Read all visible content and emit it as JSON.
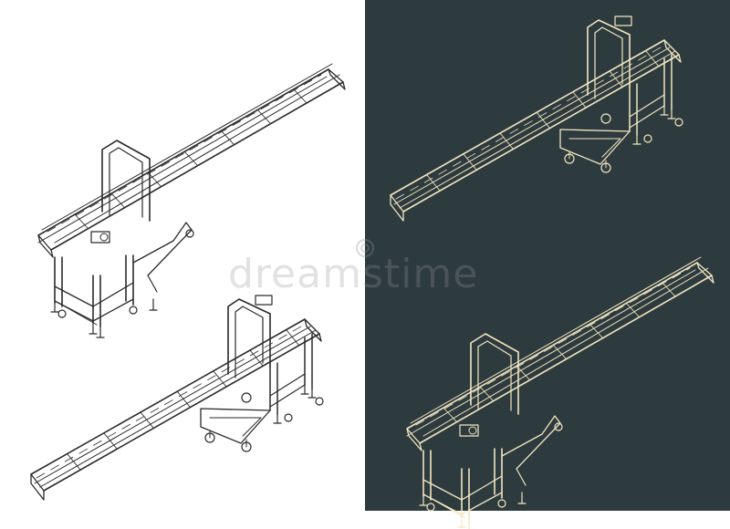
{
  "colors": {
    "light_bg": "#ffffff",
    "light_line": "#2a2a2a",
    "dark_bg": "#2d3a3e",
    "dark_line": "#f2e6c2",
    "watermark": "#969696"
  },
  "watermark": {
    "text": "dreamstime"
  },
  "drawings": [
    {
      "id": "light-top",
      "panel": "light",
      "view": "isometric-front"
    },
    {
      "id": "light-bottom",
      "panel": "light",
      "view": "isometric-rear"
    },
    {
      "id": "dark-top",
      "panel": "dark",
      "view": "isometric-rear"
    },
    {
      "id": "dark-bottom",
      "panel": "dark",
      "view": "isometric-front"
    }
  ]
}
